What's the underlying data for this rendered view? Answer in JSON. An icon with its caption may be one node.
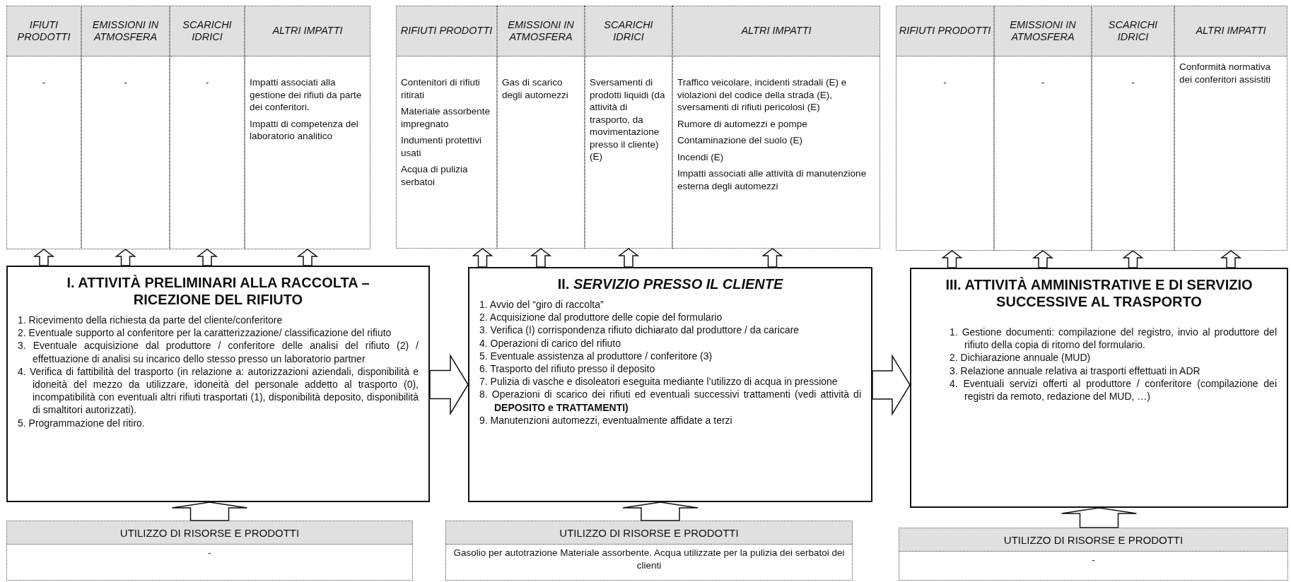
{
  "diagram": {
    "nodes": [
      {
        "text": [
          "IFIUTI PRODOTTI",
          "-"
        ]
      },
      {
        "text": [
          "EMISSIONI IN ATMOSFERA",
          "-"
        ]
      },
      {
        "text": [
          "SCARICHI IDRICI",
          "-"
        ]
      },
      {
        "text": [
          "ALTRI IMPATTI",
          "Impatti associati alla gestione dei rifiuti da parte dei conferitori.",
          "Impatti di competenza del laboratorio analitico"
        ]
      },
      {
        "text": [
          "RIFIUTI PRODOTTI",
          "Contenitori di rifiuti ritirati",
          "Materiale assorbente impregnato",
          "Indumenti protettivi usati",
          "Acqua di pulizia serbatoi"
        ]
      },
      {
        "text": [
          "EMISSIONI IN ATMOSFERA",
          "Gas di scarico degli automezzi"
        ]
      },
      {
        "text": [
          "SCARICHI IDRICI",
          "Sversamenti di prodotti liquidi (da attività di trasporto, da movimentazione presso il cliente) (E)"
        ]
      },
      {
        "text": [
          "ALTRI IMPATTI",
          "Traffico veicolare, incidenti stradali (E) e violazioni del codice della strada (E), sversamenti di rifiuti pericolosi (E)",
          "Rumore di automezzi e pompe",
          "Contaminazione del suolo (E)",
          "Incendi (E)",
          "Impatti associati alle attività di manutenzione esterna degli automezzi"
        ]
      },
      {
        "text": [
          "RIFIUTI PRODOTTI",
          "-"
        ]
      },
      {
        "text": [
          "EMISSIONI IN ATMOSFERA",
          "-"
        ]
      },
      {
        "text": [
          "SCARICHI IDRICI",
          "-"
        ]
      },
      {
        "text": [
          "ALTRI IMPATTI",
          "Conformità normativa dei conferitori assistiti"
        ]
      },
      {
        "text": [
          "I. ATTIVITÀ PRELIMINARI ALLA RACCOLTA – RICEZIONE DEL RIFIUTO",
          "1. Ricevimento della richiesta da parte del cliente/conferitore",
          "2. Eventuale supporto al conferitore per la caratterizzazione/ classificazione del rifiuto",
          "3. Eventuale acquisizione dal produttore / conferitore delle analisi del rifiuto (2) / effettuazione di analisi su incarico dello stesso presso un laboratorio partner",
          "4. Verifica di fattibilità del trasporto (in relazione a: autorizzazioni aziendali, disponibilità e idoneità del mezzo da utilizzare, idoneità del personale addetto al trasporto (0), incompatibilità con eventuali altri rifiuti trasportati (1), disponibilità deposito, disponibilità di smaltitori autorizzati).",
          "5. Programmazione del ritiro."
        ]
      },
      {
        "text": [
          "II. *SERVIZIO PRESSO IL CLIENTE*",
          "1. Avvio del “giro di raccolta”",
          "2. Acquisizione dal produttore delle copie del formulario",
          "3. Verifica (I) corrispondenza rifiuto dichiarato dal produttore / da caricare",
          "4. Operazioni di carico del rifiuto",
          "5. Eventuale assistenza al produttore / conferitore (3)",
          "6. Trasporto del rifiuto presso il deposito",
          "7. Pulizia di vasche e disoleatori eseguita mediante l’utilizzo di acqua in pressione",
          "8. Operazioni di scarico dei rifiuti ed eventuali successivi trattamenti (vedi attività di **DEPOSITO e TRATTAMENTI)**",
          "9. Manutenzioni automezzi, eventualmente affidate a terzi"
        ]
      },
      {
        "text": [
          "III. ATTIVITÀ AMMINISTRATIVE E DI SERVIZIO SUCCESSIVE AL TRASPORTO",
          "1. Gestione documenti: compilazione del registro, invio al produttore del rifiuto della copia di ritorno del formulario.",
          "2. Dichiarazione annuale (MUD)",
          "3. Relazione annuale relativa ai trasporti effettuati in ADR",
          "4. Eventuali servizi offerti al produttore / conferitore (compilazione dei registri da remoto, redazione del MUD, …)"
        ]
      },
      {
        "text": [
          "UTILIZZO DI RISORSE E PRODOTTI",
          "-"
        ]
      },
      {
        "text": [
          "UTILIZZO DI RISORSE E PRODOTTI",
          "Gasolio per autotrazione Materiale assorbente. Acqua utilizzate per la pulizia dei serbatoi dei clienti"
        ]
      },
      {
        "text": [
          "UTILIZZO DI RISORSE E PRODOTTI",
          "-"
        ]
      }
    ],
    "edges": [
      {
        "from": 12,
        "to": 0,
        "arrow": "to"
      },
      {
        "from": 12,
        "to": 1,
        "arrow": "to"
      },
      {
        "from": 12,
        "to": 2,
        "arrow": "to"
      },
      {
        "from": 12,
        "to": 3,
        "arrow": "to"
      },
      {
        "from": 13,
        "to": 4,
        "arrow": "to"
      },
      {
        "from": 13,
        "to": 5,
        "arrow": "to"
      },
      {
        "from": 13,
        "to": 6,
        "arrow": "to"
      },
      {
        "from": 13,
        "to": 7,
        "arrow": "to"
      },
      {
        "from": 14,
        "to": 8,
        "arrow": "to"
      },
      {
        "from": 14,
        "to": 9,
        "arrow": "to"
      },
      {
        "from": 14,
        "to": 10,
        "arrow": "to"
      },
      {
        "from": 14,
        "to": 11,
        "arrow": "to"
      },
      {
        "from": 15,
        "to": 12,
        "arrow": "to"
      },
      {
        "from": 16,
        "to": 13,
        "arrow": "to"
      },
      {
        "from": 17,
        "to": 14,
        "arrow": "to"
      },
      {
        "from": 12,
        "to": 13,
        "arrow": "to"
      },
      {
        "from": 13,
        "to": 14,
        "arrow": "to"
      }
    ]
  }
}
